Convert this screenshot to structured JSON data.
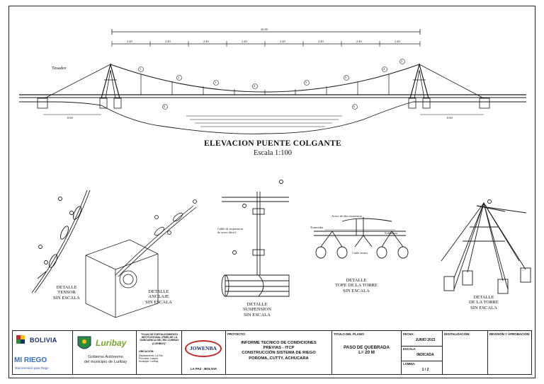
{
  "drawing": {
    "title": "ELEVACION PUENTE COLGANTE",
    "scale": "Escala 1:100",
    "tesador_label": "Tesador",
    "dimension_total": "20.00",
    "dimension_segments": [
      "2.40",
      "2.40",
      "2.40",
      "2.40",
      "2.40",
      "2.40",
      "2.40",
      "2.40"
    ],
    "side_dims": [
      "8.00",
      "8.00"
    ],
    "node_numbers": [
      "1",
      "2",
      "3",
      "4",
      "5",
      "5",
      "4",
      "3",
      "2",
      "1",
      "6",
      "6"
    ]
  },
  "details": {
    "tensor": "DETALLE\nTENSOR\nSIN ESCALA",
    "anclaje": "DETALLE\nANCLAJE\nSIN ESCALA",
    "suspension": "DETALLE\nSUSPENSION\nSIN ESCALA",
    "tope_torre": "DETALLE\nTOPE DE LA TORRE\nSIN ESCALA",
    "torre": "DETALLE\nDE LA TORRE\nSIN ESCALA",
    "cable_suspension_label": "Cable de suspension\nde acero dúctil",
    "acero_label": "Acero de alta resistencia",
    "tornesaba_label": "Tornesaba",
    "soldadura_label": "Soldadura",
    "cable_tensor_label": "Cable tensor"
  },
  "title_block": {
    "bolivia": "BOLIVIA",
    "mi_riego": "MI RIEGO",
    "mi_riego_sub": "Más inversión para Riego",
    "luribay": "Luribay",
    "gobierno": "Gobierno Autónomo\ndel municipio de Luribay",
    "plan_text": "\"PLAN DE FORTALECIMIENTO INSTITUCIONAL (PMR) DE LA SUBCUENCA DEL RÍO LURIBAY (LURIBAY)\"",
    "ubicacion_label": "UBICACIÓN:",
    "ubicacion_text": "Departamento: La Paz\nProvincia: Loayza\nMunicipio: Luribay",
    "consultora": "JOWENBA",
    "consultora_loc": "LA PAZ - BOLIVIA",
    "proyecto_label": "PROYECTO:",
    "proyecto": "INFORME TECNICO DE CONDICIONES\nPREVIAS - ITCP\nCONSTRUCCIÓN SISTEMA DE RIEGO\nPOROMA, CUTTY, ACHUCARA",
    "titulo_label": "TITULO DEL PLANO:",
    "titulo": "PASO DE QUEBRADA\nL= 20 M",
    "fecha_label": "FECHA:",
    "fecha": "JUNIO 2023",
    "escala_label": "ESCALA:",
    "escala": "INDICADA",
    "lamina_label": "LÁMINA:",
    "lamina": "1 / 2",
    "digitalizacion_label": "DIGITALIZACIÓN:",
    "revision_label": "REVISIÓN Y APROBACIÓN:"
  },
  "colors": {
    "line": "#1a1a1a",
    "bolivia_blue": "#1d2f6b",
    "luribay_green": "#7aa52c",
    "jowenba_red": "#c12a2a"
  }
}
